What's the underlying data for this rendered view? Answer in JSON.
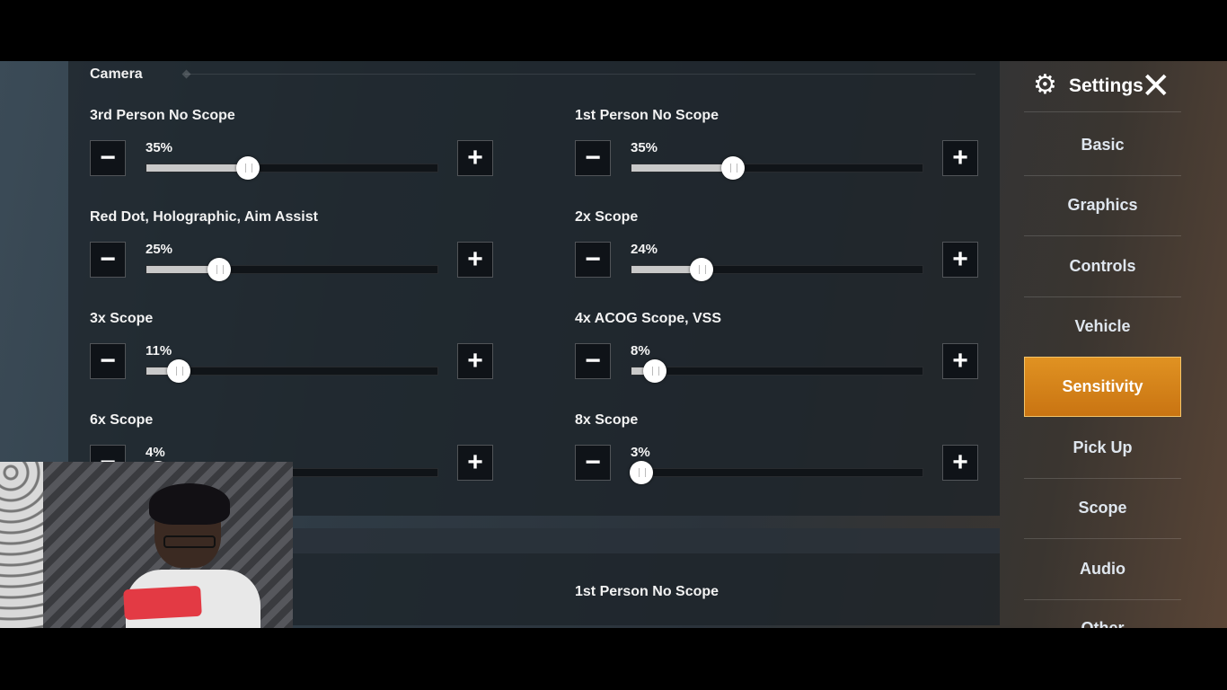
{
  "section_title": "Camera",
  "settings": [
    {
      "label": "3rd Person No Scope",
      "value_text": "35%",
      "value": 35
    },
    {
      "label": "1st Person No Scope",
      "value_text": "35%",
      "value": 35
    },
    {
      "label": "Red Dot, Holographic, Aim Assist",
      "value_text": "25%",
      "value": 25
    },
    {
      "label": "2x Scope",
      "value_text": "24%",
      "value": 24
    },
    {
      "label": "3x Scope",
      "value_text": "11%",
      "value": 11
    },
    {
      "label": "4x ACOG Scope, VSS",
      "value_text": "8%",
      "value": 8
    },
    {
      "label": "6x Scope",
      "value_text": "4%",
      "value": 4
    },
    {
      "label": "8x Scope",
      "value_text": "3%",
      "value": 3
    }
  ],
  "controls": {
    "minus_symbol": "−",
    "plus_symbol": "+"
  },
  "lower_section": {
    "label": "1st Person No Scope"
  },
  "sidebar": {
    "title": "Settings",
    "close_symbol": "✕",
    "gear_symbol": "⚙",
    "items": [
      {
        "label": "Basic"
      },
      {
        "label": "Graphics"
      },
      {
        "label": "Controls"
      },
      {
        "label": "Vehicle"
      },
      {
        "label": "Sensitivity",
        "active": true
      },
      {
        "label": "Pick Up"
      },
      {
        "label": "Scope"
      },
      {
        "label": "Audio"
      },
      {
        "label": "Other"
      }
    ]
  },
  "colors": {
    "active_tab": "#d9831a",
    "panel": "#1c2228",
    "slider_fill": "#c9c9c9"
  }
}
